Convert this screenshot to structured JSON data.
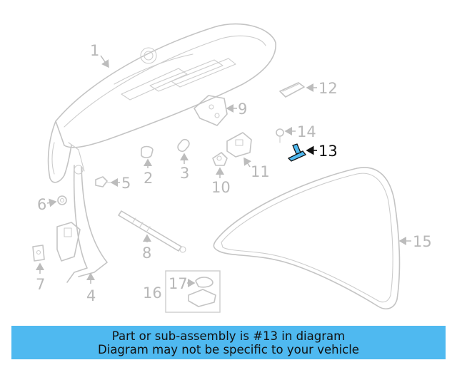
{
  "callouts": {
    "c1": "1",
    "c2": "2",
    "c3": "3",
    "c4": "4",
    "c5": "5",
    "c6": "6",
    "c7": "7",
    "c8": "8",
    "c9": "9",
    "c10": "10",
    "c11": "11",
    "c12": "12",
    "c13": "13",
    "c14": "14",
    "c15": "15",
    "c16": "16",
    "c17": "17"
  },
  "highlight": {
    "part": "13",
    "color": "#4fb9f0"
  },
  "banner": {
    "line1": "Part or sub-assembly is #13 in diagram",
    "line2": "Diagram may not be specific to your vehicle",
    "background": "#4fb9f0"
  }
}
